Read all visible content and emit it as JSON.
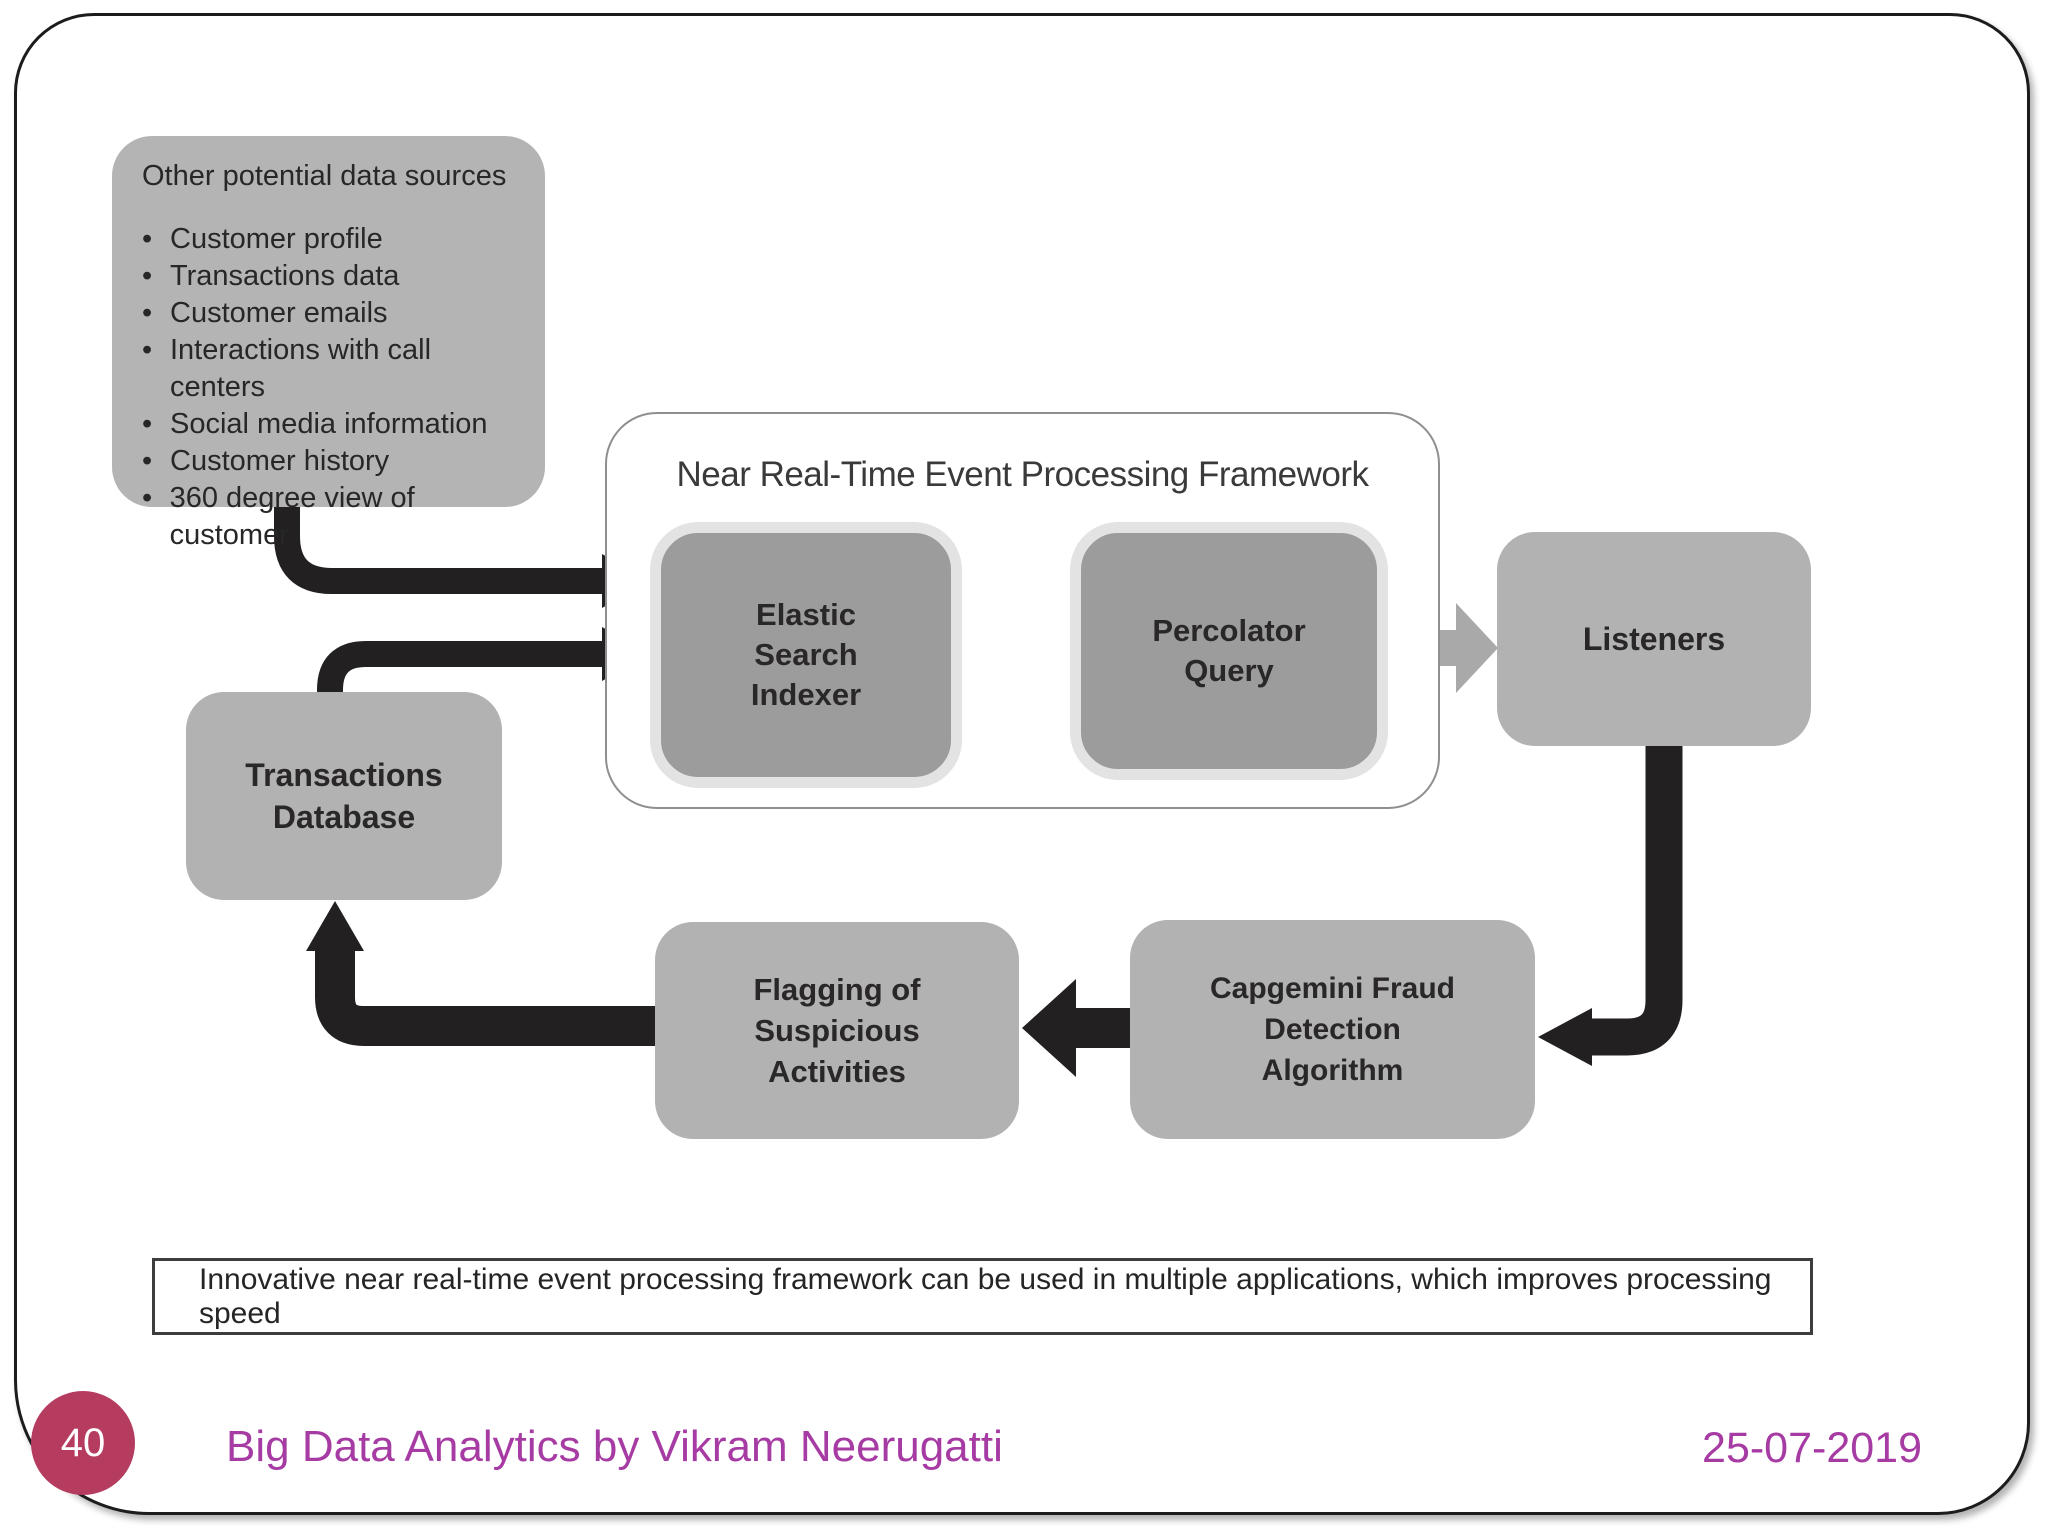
{
  "slide": {
    "page_number": "40",
    "footer_title": "Big Data Analytics by Vikram Neerugatti",
    "footer_date": "25-07-2019",
    "caption": "Innovative near real-time event processing framework can be used in multiple applications, which improves processing speed",
    "colors": {
      "accent_magenta": "#a73ba4",
      "page_badge_pink": "#b53b5f",
      "node_gray": "#b2b2b2",
      "inner_node_gray": "#9c9c9c",
      "inner_node_halo": "#e3e3e3",
      "arrow_black": "#232021",
      "arrow_gray": "#a9a9a9"
    }
  },
  "diagram": {
    "data_sources": {
      "title": "Other potential data sources",
      "bullet": "•",
      "items": [
        "Customer profile",
        "Transactions data",
        "Customer emails",
        "Interactions with call centers",
        "Social media information",
        "Customer history",
        "360 degree view of customer"
      ]
    },
    "framework": {
      "title": "Near Real-Time Event Processing Framework",
      "elastic_label": "Elastic Search Indexer",
      "percolator_label": "Percolator Query"
    },
    "nodes": {
      "listeners": "Listeners",
      "transactions_database": "Transactions Database",
      "flagging": "Flagging of Suspicious Activities",
      "capgemini": "Capgemini Fraud Detection Algorithm"
    }
  }
}
